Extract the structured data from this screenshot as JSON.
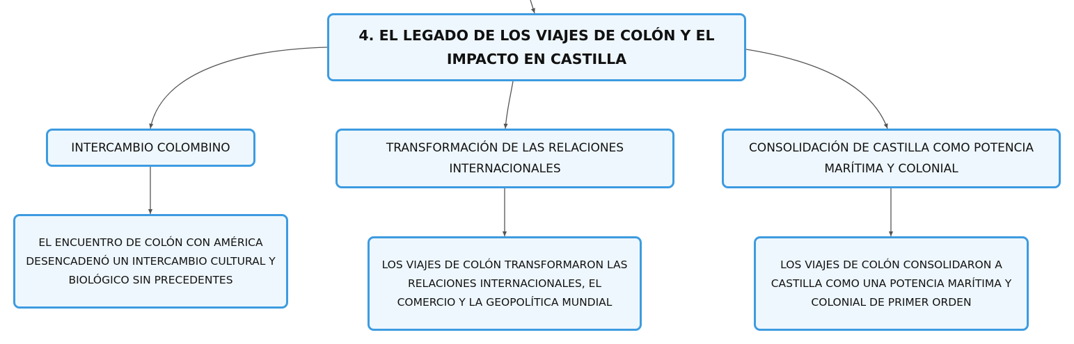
{
  "diagram": {
    "root": {
      "text": "4. EL LEGADO DE LOS VIAJES DE COLÓN Y EL IMPACTO EN CASTILLA"
    },
    "branches": [
      {
        "label": "INTERCAMBIO COLOMBINO",
        "detail": "EL ENCUENTRO DE COLÓN CON AMÉRICA DESENCADENÓ UN INTERCAMBIO CULTURAL Y BIOLÓGICO SIN PRECEDENTES"
      },
      {
        "label": "TRANSFORMACIÓN DE LAS RELACIONES INTERNACIONALES",
        "detail": "LOS VIAJES DE COLÓN TRANSFORMARON LAS RELACIONES INTERNACIONALES, EL COMERCIO Y LA GEOPOLÍTICA MUNDIAL"
      },
      {
        "label": "CONSOLIDACIÓN DE CASTILLA COMO POTENCIA MARÍTIMA Y COLONIAL",
        "detail": "LOS VIAJES DE COLÓN CONSOLIDARON A CASTILLA COMO UNA POTENCIA MARÍTIMA Y COLONIAL DE PRIMER ORDEN"
      }
    ]
  },
  "colors": {
    "node_border": "#3d9be0",
    "node_fill": "#eef7fd",
    "connector": "#555555"
  }
}
